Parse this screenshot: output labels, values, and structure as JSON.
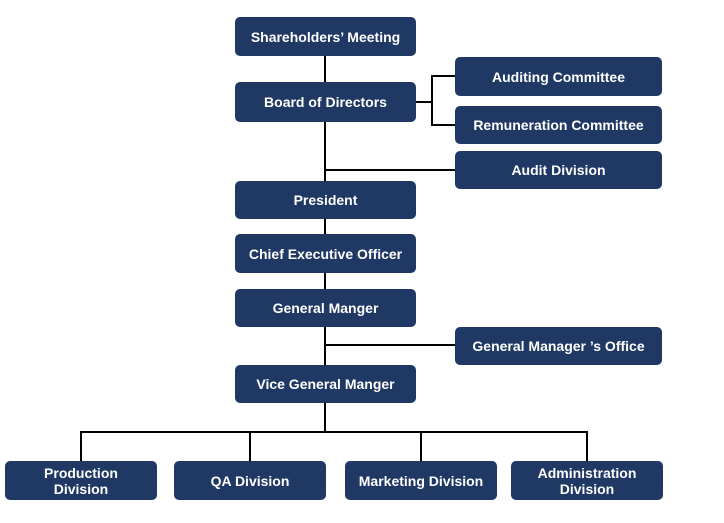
{
  "colors": {
    "node_fill": "#1f3864",
    "node_text": "#ffffff",
    "connector": "#000000"
  },
  "org_chart": {
    "shareholders_meeting": "Shareholders’ Meeting",
    "board_of_directors": "Board of Directors",
    "auditing_committee": "Auditing Committee",
    "remuneration_committee": "Remuneration Committee",
    "audit_division": "Audit Division",
    "president": "President",
    "ceo": "Chief Executive Officer",
    "general_manager": "General Manger",
    "gm_office": "General Manager ’s Office",
    "vice_general_manager": "Vice General Manger",
    "divisions": [
      "Production\nDivision",
      "QA Division",
      "Marketing Division",
      "Administration\nDivision"
    ]
  }
}
